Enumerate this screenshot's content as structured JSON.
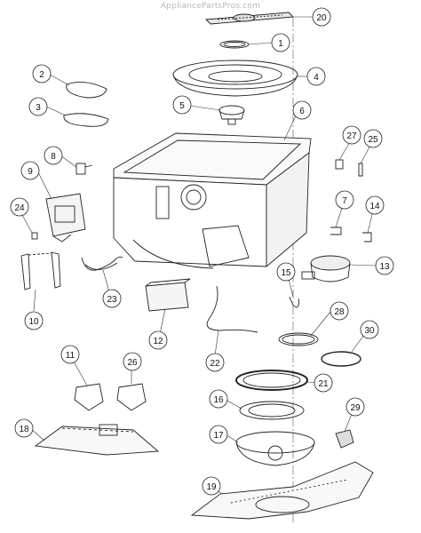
{
  "watermark": "AppliancePartsPros.com",
  "diagram": {
    "callouts": [
      {
        "id": "c1",
        "label": "1"
      },
      {
        "id": "c2",
        "label": "2"
      },
      {
        "id": "c3",
        "label": "3"
      },
      {
        "id": "c4",
        "label": "4"
      },
      {
        "id": "c5",
        "label": "5"
      },
      {
        "id": "c6",
        "label": "6"
      },
      {
        "id": "c7",
        "label": "7"
      },
      {
        "id": "c8",
        "label": "8"
      },
      {
        "id": "c9",
        "label": "9"
      },
      {
        "id": "c10",
        "label": "10"
      },
      {
        "id": "c11",
        "label": "11"
      },
      {
        "id": "c12",
        "label": "12"
      },
      {
        "id": "c13",
        "label": "13"
      },
      {
        "id": "c14",
        "label": "14"
      },
      {
        "id": "c15",
        "label": "15"
      },
      {
        "id": "c16",
        "label": "16"
      },
      {
        "id": "c17",
        "label": "17"
      },
      {
        "id": "c18",
        "label": "18"
      },
      {
        "id": "c19",
        "label": "19"
      },
      {
        "id": "c20",
        "label": "20"
      },
      {
        "id": "c21",
        "label": "21"
      },
      {
        "id": "c22",
        "label": "22"
      },
      {
        "id": "c23",
        "label": "23"
      },
      {
        "id": "c24",
        "label": "24"
      },
      {
        "id": "c25",
        "label": "25"
      },
      {
        "id": "c26",
        "label": "26"
      },
      {
        "id": "c27",
        "label": "27"
      },
      {
        "id": "c28",
        "label": "28"
      },
      {
        "id": "c29",
        "label": "29"
      },
      {
        "id": "c30",
        "label": "30"
      }
    ]
  }
}
